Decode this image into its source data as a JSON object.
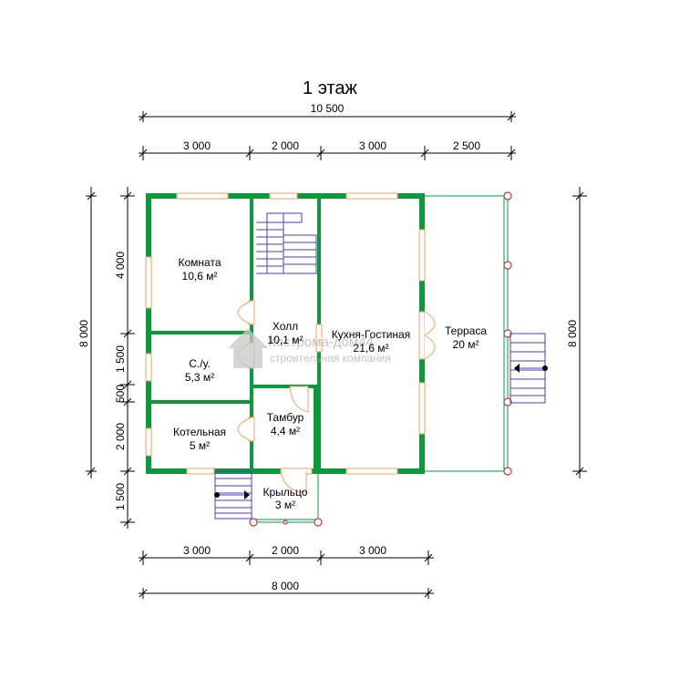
{
  "title": "1 этаж",
  "dimensions": {
    "top_total": "10 500",
    "top_segments": [
      "3 000",
      "2 000",
      "3 000",
      "2 500"
    ],
    "bottom_segments": [
      "3 000",
      "2 000",
      "3 000"
    ],
    "bottom_total": "8 000",
    "left_total": "8 000",
    "left_segments": [
      "4 000",
      "1 500",
      "500",
      "2 000",
      "1 500"
    ],
    "right_total": "8 000"
  },
  "rooms": {
    "komnata": {
      "name": "Комната",
      "area": "10,6 м²"
    },
    "hall": {
      "name": "Холл",
      "area": "10,1 м²"
    },
    "kitchen": {
      "name": "Кухня-Гостиная",
      "area": "21,6 м²"
    },
    "terrace": {
      "name": "Терраса",
      "area": "20 м²"
    },
    "bathroom": {
      "name": "С./у.",
      "area": "5,3 м²"
    },
    "tambur": {
      "name": "Тамбур",
      "area": "4,4 м²"
    },
    "boiler": {
      "name": "Котельная",
      "area": "5 м²"
    },
    "porch": {
      "name": "Крыльцо",
      "area": "3 м²"
    }
  },
  "watermark": {
    "line1": "Кострома-дом44",
    "line2": "строительная компания"
  }
}
